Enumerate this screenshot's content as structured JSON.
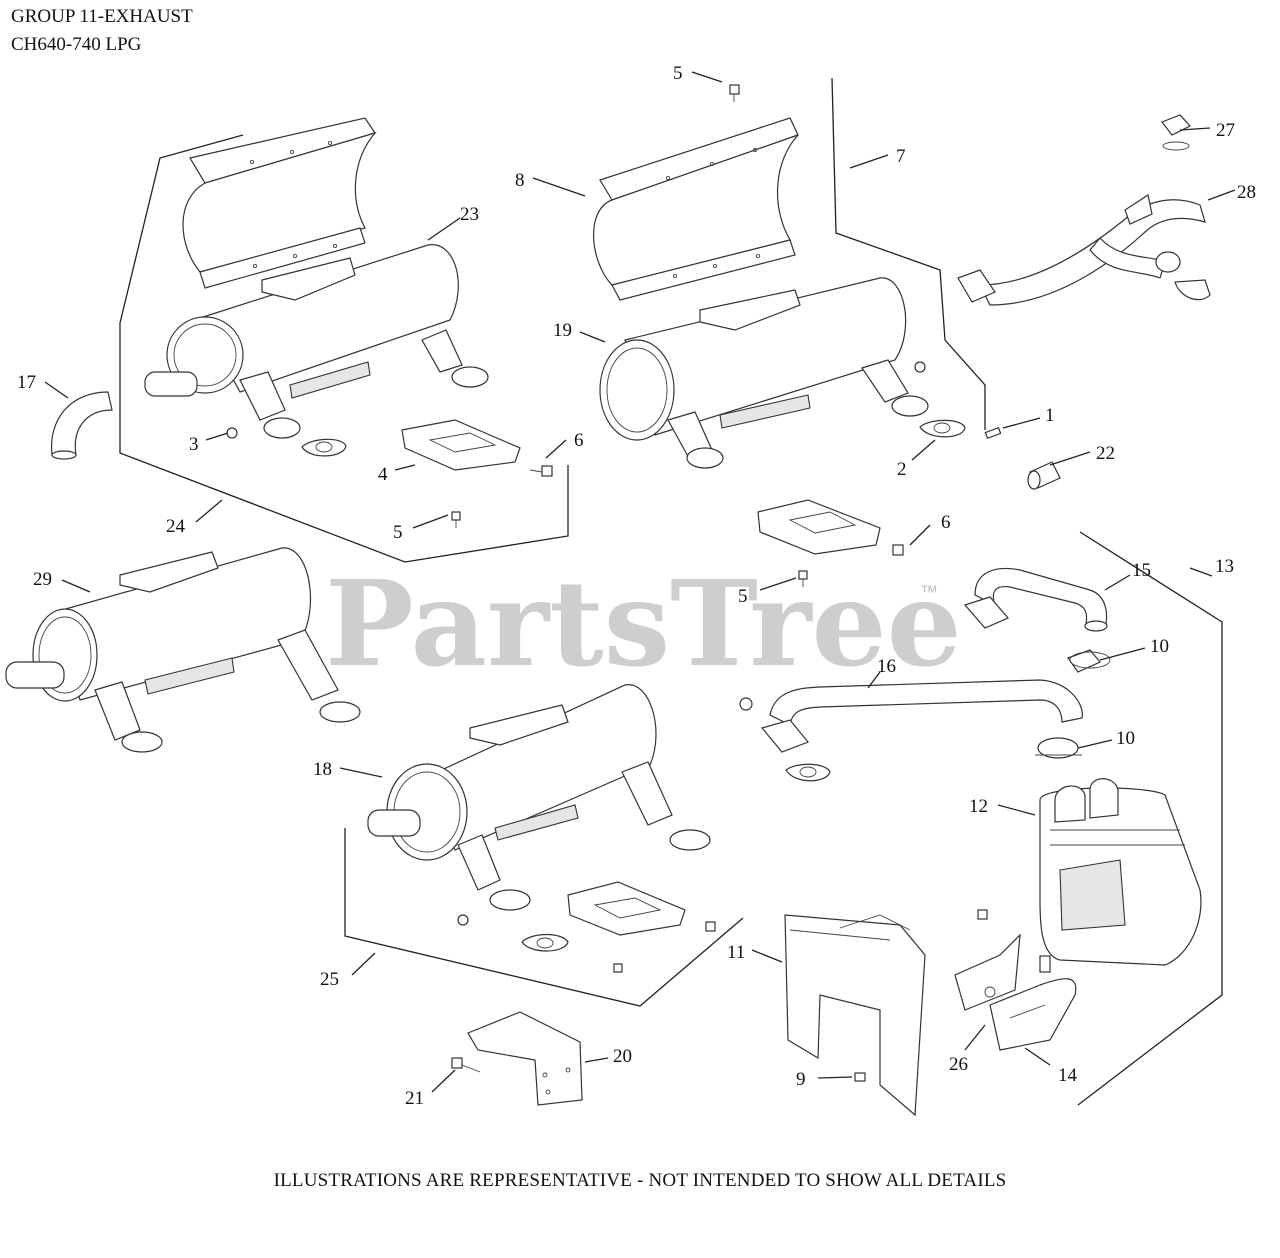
{
  "header": {
    "line1": "GROUP 11-EXHAUST",
    "line2": "CH640-740 LPG"
  },
  "watermark": {
    "text": "PartsTree",
    "trademark": "™"
  },
  "footer": {
    "note": "ILLUSTRATIONS ARE REPRESENTATIVE - NOT INTENDED TO SHOW ALL DETAILS"
  },
  "callouts": {
    "c1": "1",
    "c2": "2",
    "c3": "3",
    "c4": "4",
    "c5a": "5",
    "c5b": "5",
    "c5c": "5",
    "c6a": "6",
    "c6b": "6",
    "c7": "7",
    "c8": "8",
    "c9": "9",
    "c10a": "10",
    "c10b": "10",
    "c11": "11",
    "c12": "12",
    "c13": "13",
    "c14": "14",
    "c15": "15",
    "c16": "16",
    "c17": "17",
    "c18": "18",
    "c19": "19",
    "c20": "20",
    "c21": "21",
    "c22": "22",
    "c23": "23",
    "c24": "24",
    "c25": "25",
    "c26": "26",
    "c27": "27",
    "c28": "28",
    "c29": "29"
  }
}
